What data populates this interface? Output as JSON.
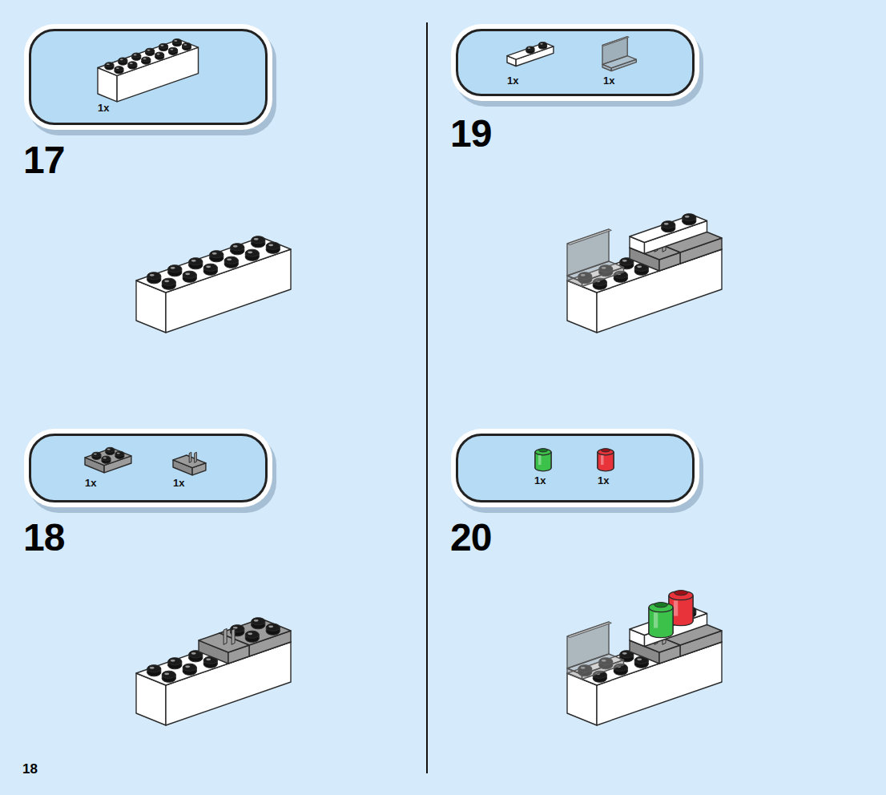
{
  "diagram": {
    "nodes": [
      {
        "text": [
          "1x"
        ]
      },
      {
        "text": [
          "1x",
          "1x"
        ]
      },
      {
        "text": [
          "1x",
          "1x"
        ]
      },
      {
        "text": [
          "1x",
          "1x"
        ]
      }
    ],
    "labels": [
      "17",
      "18",
      "19",
      "20",
      "18"
    ]
  }
}
